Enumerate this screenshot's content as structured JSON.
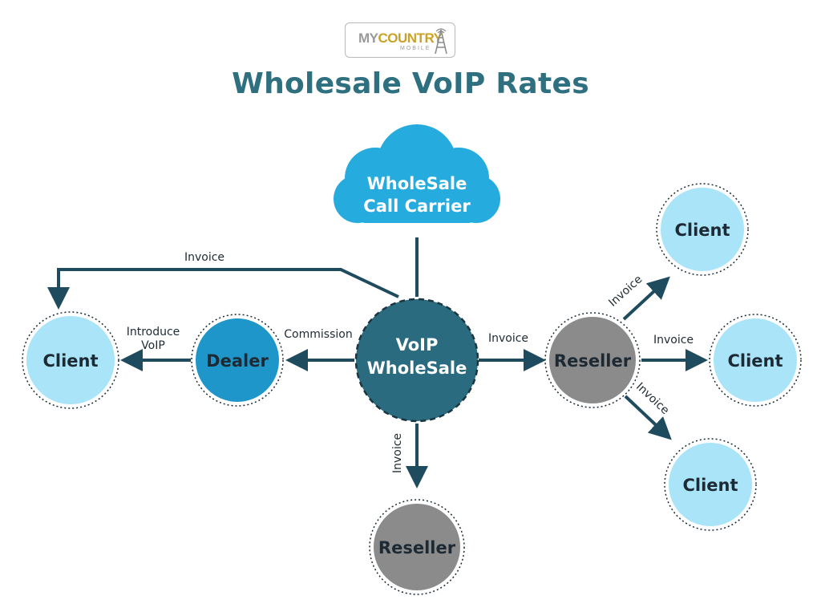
{
  "logo": {
    "word1": "MY",
    "word2": "COUNTRY",
    "sub": "MOBILE"
  },
  "title": "Wholesale VoIP Rates",
  "colors": {
    "title": "#2e6f80",
    "arrow": "#1f4b5e",
    "hub": "#2a6b7f",
    "dealer": "#1f96c9",
    "client": "#a9e4f8",
    "reseller": "#8b8b8b",
    "cloud": "#26abdf"
  },
  "cloud": {
    "line1": "WholeSale",
    "line2": "Call Carrier"
  },
  "hub": {
    "line1": "VoIP",
    "line2": "WholeSale"
  },
  "nodes": {
    "dealer": "Dealer",
    "client_left": "Client",
    "reseller_right": "Reseller",
    "reseller_bottom": "Reseller",
    "client_top_right": "Client",
    "client_mid_right": "Client",
    "client_bottom_right": "Client"
  },
  "edges": {
    "invoice_top": "Invoice",
    "introduce_line1": "Introduce",
    "introduce_line2": "VoIP",
    "commission": "Commission",
    "invoice_hub_reseller": "Invoice",
    "invoice_hub_down": "Invoice",
    "invoice_up_right": "Invoice",
    "invoice_right": "Invoice",
    "invoice_down_right": "Invoice"
  }
}
